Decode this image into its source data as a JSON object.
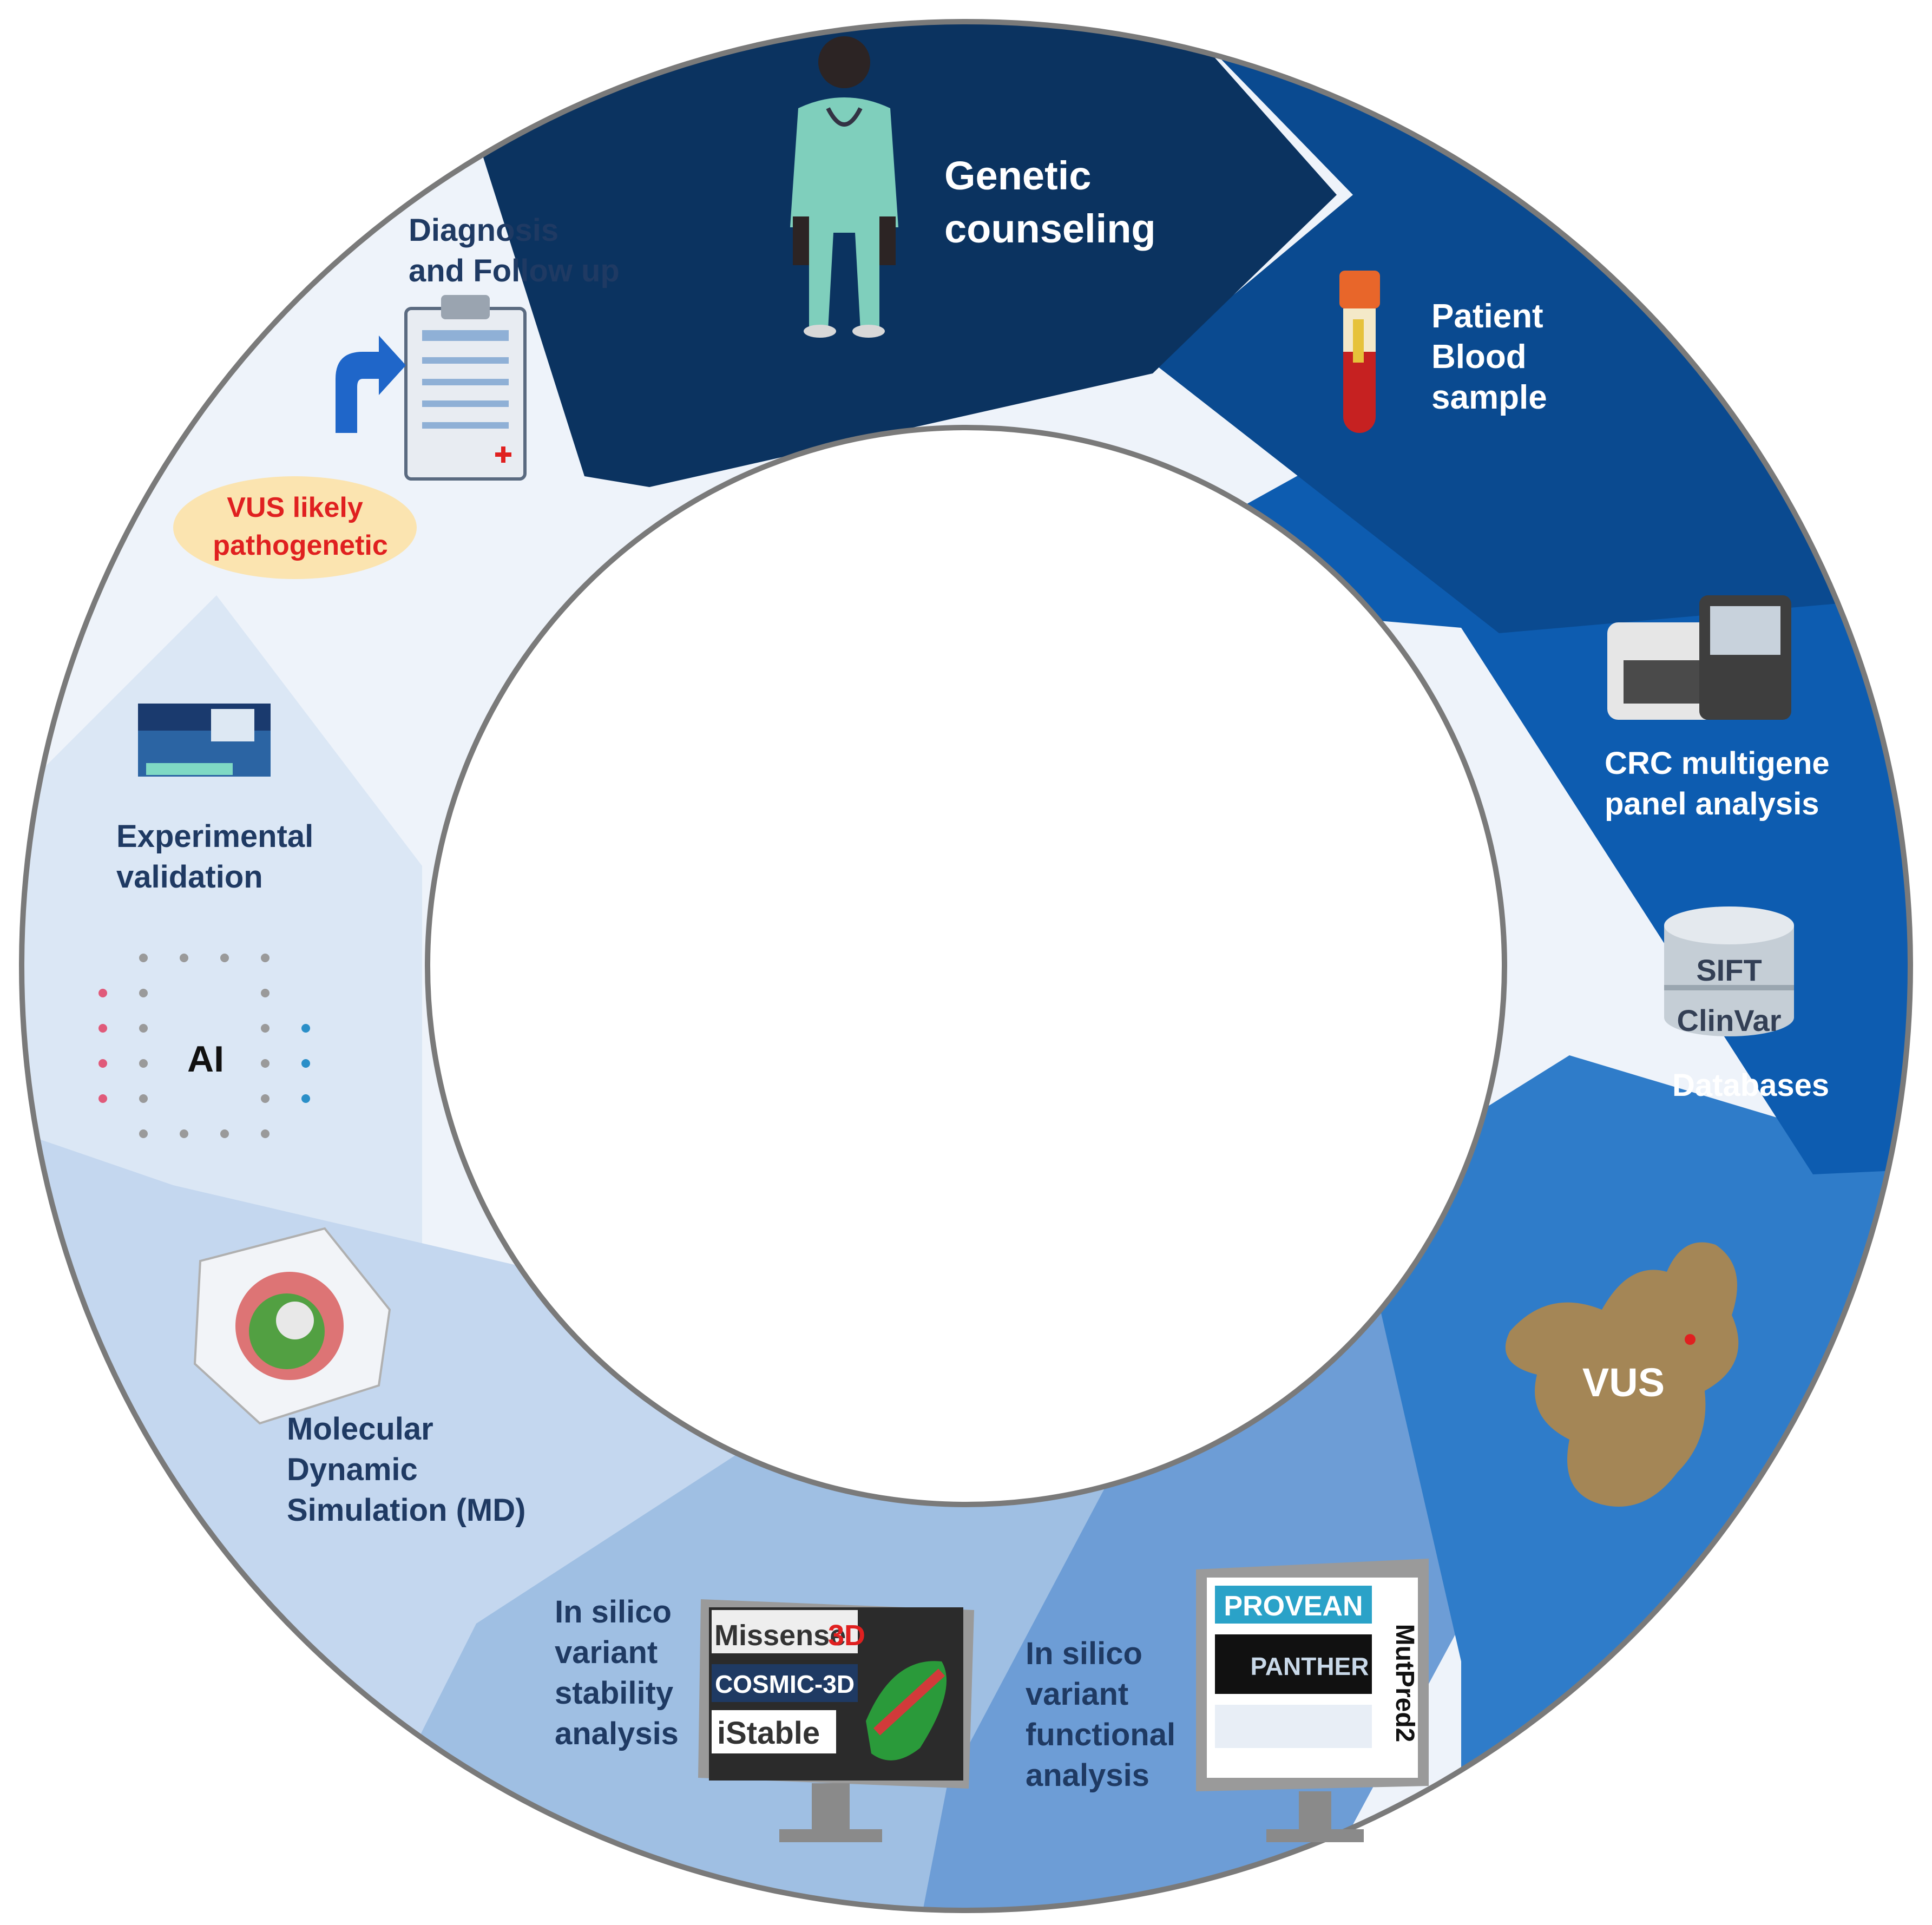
{
  "stages": {
    "genetic_counseling": [
      "Genetic",
      "counseling"
    ],
    "blood_sample": [
      "Patient",
      "Blood",
      "sample"
    ],
    "crc_panel": [
      "CRC multigene",
      "panel analysis"
    ],
    "databases": "Databases",
    "vus": "VUS",
    "functional": [
      "In silico",
      "variant",
      "functional",
      "analysis"
    ],
    "stability": [
      "In silico",
      "variant",
      "stability",
      "analysis"
    ],
    "md": [
      "Molecular",
      "Dynamic",
      "Simulation (MD)"
    ],
    "ai": "AI",
    "experimental": [
      "Experimental",
      "validation"
    ],
    "diagnosis": [
      "Diagnosis",
      "and Follow up"
    ],
    "vus_likely": [
      "VUS likely",
      "pathogenetic"
    ]
  },
  "db_labels": {
    "top": "SIFT",
    "bottom": "ClinVar"
  },
  "tools_stability": [
    "Missense",
    "3D",
    "COSMIC-3D",
    "iStable"
  ],
  "tools_functional": [
    "PROVEAN",
    "PANTHER",
    "MutPred2"
  ],
  "colors": {
    "segment_dark": "#0b3360",
    "segment_2": "#0a4a90",
    "segment_3": "#0d5cb0",
    "segment_4": "#2f7cc9",
    "segment_5": "#6d9dd6",
    "segment_6": "#9fbfe3",
    "segment_7": "#c4d7ef",
    "segment_8": "#dbe7f5",
    "segment_9": "#eef3fa",
    "ring_border": "#7a7a7a",
    "warning_red": "#e02020",
    "badge_fill": "#fbe4b0"
  }
}
